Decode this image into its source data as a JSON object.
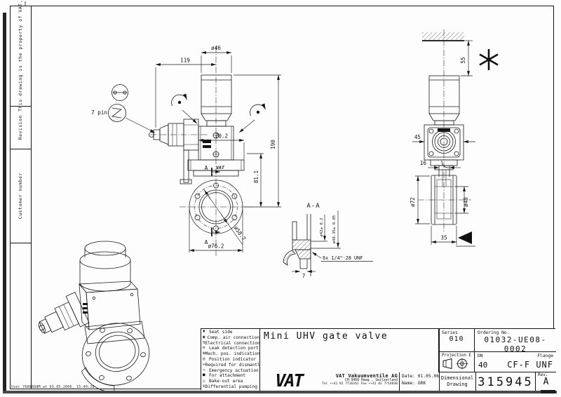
{
  "sidebar": {
    "property_note": "This drawing is the property of VAT.",
    "revision_label": "Revision",
    "customer_label": "Customer number"
  },
  "stamp": "User 7888888M at 03.05.2006, 15:40:18",
  "views": {
    "front": {
      "dia_top": "ø46",
      "len": "119",
      "pin": "7 pin",
      "height": "190",
      "width_top": "70.2",
      "height_inner": "81.1",
      "dia_bolt": "ø58.7",
      "dia_flange": "ø76.2",
      "sec_top": "A",
      "sec_bottom": "A",
      "logo": "VAT"
    },
    "section": {
      "title": "A-A",
      "dia_inner": "ø42± 0.2",
      "dia_outer": "ø48.35± 0.05",
      "thread": "6x 1/4\"-28 UNF",
      "depth": "7"
    },
    "side": {
      "clearance": "55",
      "width_face": "45",
      "width_neck": "16",
      "dia_disc": "ø72",
      "dia_bore": "ø40",
      "width_flange": "35"
    }
  },
  "legend": {
    "items": [
      {
        "symbol": "▼",
        "label": "Seat side"
      },
      {
        "symbol": "◉",
        "label": "Comp. air connection"
      },
      {
        "symbol": "↯",
        "label": "Electrical connection"
      },
      {
        "symbol": "⊖",
        "label": "Leak detection port"
      },
      {
        "symbol": "⊕",
        "label": "Mech. pos. indication"
      },
      {
        "symbol": "◎",
        "label": "Position indicator"
      },
      {
        "symbol": "✳",
        "label": "Required for dismantling"
      },
      {
        "symbol": "↷",
        "label": "Emergency actuation"
      },
      {
        "symbol": "■",
        "label": "For attachment"
      },
      {
        "symbol": "△",
        "label": "Bake-out area"
      },
      {
        "symbol": "⊙",
        "label": "Differential pumping port"
      }
    ]
  },
  "titleblock": {
    "title": "Mini UHV gate valve",
    "series_label": "Series",
    "series_value": "010",
    "ordering_label": "Ordering No.",
    "ordering_value": "01032-UE08-0002",
    "projection_label": "Projection E",
    "dn_label": "DN",
    "dn_value": "40",
    "flange_label": "Flange",
    "flange_value": "CF-F UNF",
    "company_name": "VAT Vakuumventile AG",
    "company_address": "CH-9469 Haag , Switzerland",
    "company_phone": "Tel ++41 81 7716161 Fax ++41 81 7714830",
    "date_label": "Date:",
    "date_value": "01.05.06",
    "name_label": "Name:",
    "name_value": "GRK",
    "doc_type_line1": "Dimensional",
    "doc_type_line2": "Drawing",
    "doc_number": "315945",
    "rev_label": "Rev.",
    "rev_value": "A",
    "logo": "VAT"
  }
}
